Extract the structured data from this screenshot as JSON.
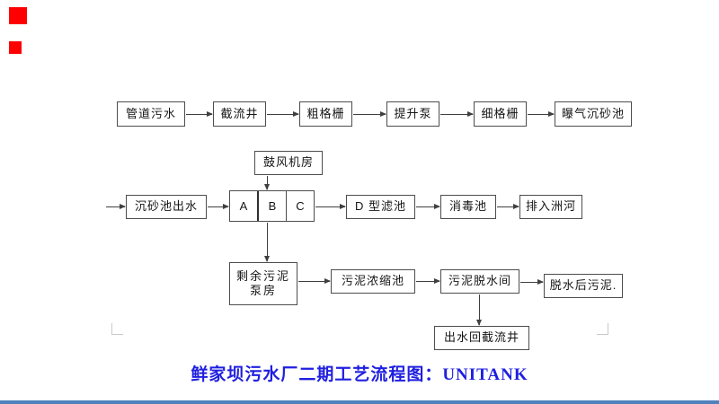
{
  "colors": {
    "red_marker": "#fe0000",
    "caption_blue": "#1f1fe0",
    "bottom_bar_blue": "#4f81bd",
    "box_border": "#4d4d4d",
    "corner_mark_gray": "#c9c9c9"
  },
  "flowchart": {
    "row1": {
      "boxes": [
        {
          "label": "管道污水"
        },
        {
          "label": "截流井"
        },
        {
          "label": "粗格栅"
        },
        {
          "label": "提升泵"
        },
        {
          "label": "细格栅"
        },
        {
          "label": "曝气沉砂池"
        }
      ]
    },
    "blower": {
      "label": "鼓风机房"
    },
    "row2": {
      "inlet": {
        "label": "沉砂池出水"
      },
      "unitank_cells": [
        {
          "label": "A"
        },
        {
          "label": "B"
        },
        {
          "label": "C"
        }
      ],
      "boxes": [
        {
          "label": "D 型滤池"
        },
        {
          "label": "消毒池"
        },
        {
          "label": "排入洲河"
        }
      ]
    },
    "sludge_row": {
      "pump_house": {
        "line1": "剩余污泥",
        "line2": "泵房"
      },
      "boxes": [
        {
          "label": "污泥浓缩池"
        },
        {
          "label": "污泥脱水间"
        },
        {
          "label": "脱水后污泥."
        }
      ]
    },
    "return_box": {
      "label": "出水回截流井"
    }
  },
  "caption": {
    "text": "鲜家坝污水厂二期工艺流程图：UNITANK"
  }
}
